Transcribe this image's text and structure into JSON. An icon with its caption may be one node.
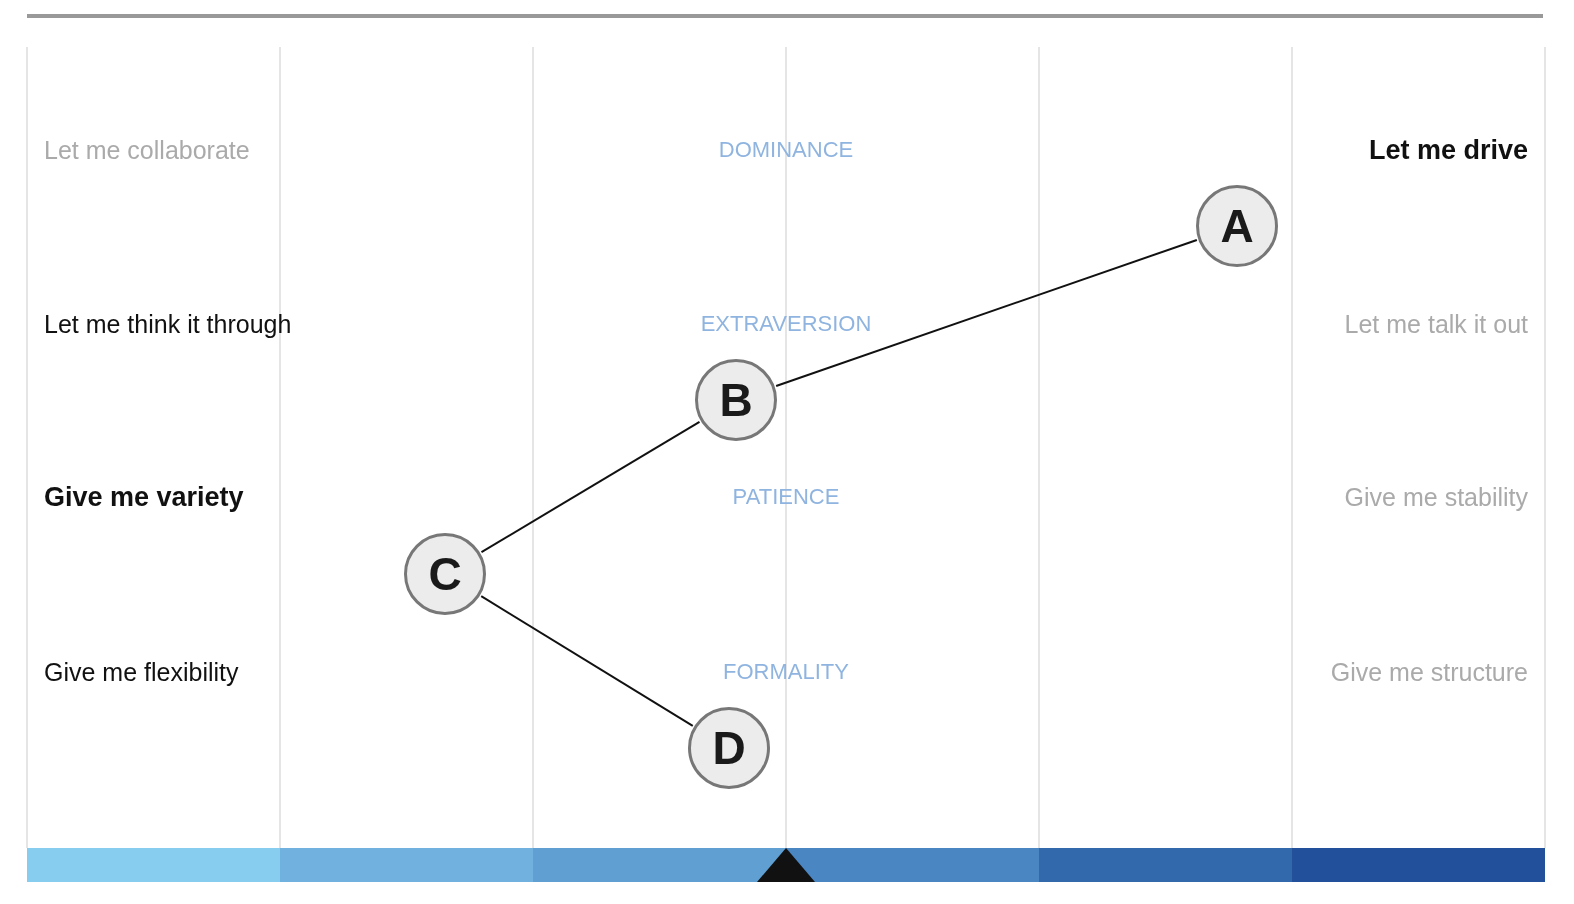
{
  "diagram": {
    "nodes": [
      {
        "text": [
          "A"
        ]
      },
      {
        "text": [
          "B"
        ]
      },
      {
        "text": [
          "C"
        ]
      },
      {
        "text": [
          "D"
        ]
      }
    ],
    "edges": [
      {
        "from": 0,
        "to": 1,
        "arrow": "none"
      },
      {
        "from": 1,
        "to": 2,
        "arrow": "none"
      },
      {
        "from": 2,
        "to": 3,
        "arrow": "none"
      }
    ],
    "labels": [
      "Let me collaborate",
      "DOMINANCE",
      "Let me drive",
      "Let me think it through",
      "EXTRAVERSION",
      "Let me talk it out",
      "Give me variety",
      "PATIENCE",
      "Give me stability",
      "Give me flexibility",
      "FORMALITY",
      "Give me structure"
    ]
  }
}
